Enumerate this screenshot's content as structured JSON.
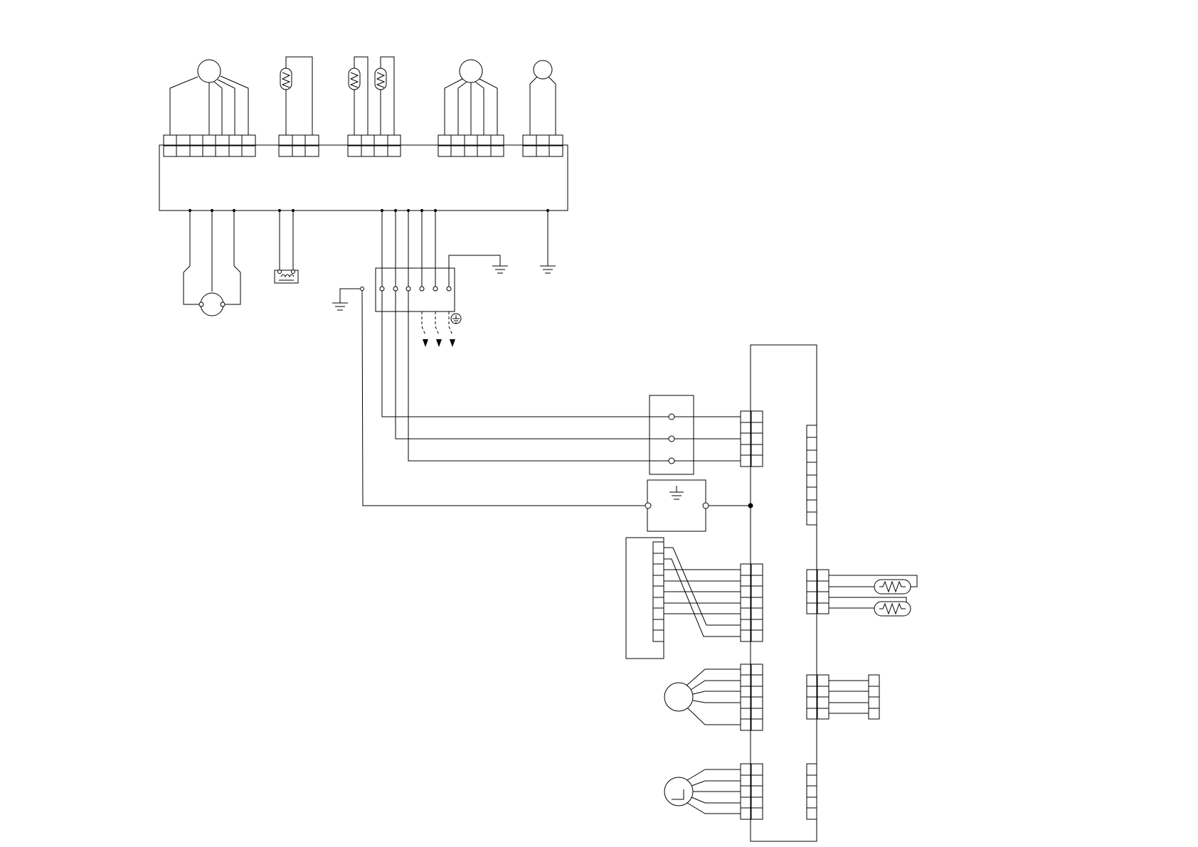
{
  "diagram": {
    "type": "electrical-wiring-schematic",
    "labels": [],
    "colors": {
      "line": "#000000",
      "background": "#ffffff"
    },
    "components": [
      "outdoor-control-board",
      "compressor-motor",
      "thermistor-sensor",
      "dual-thermistor-sensor",
      "fan-motor",
      "reactor-coil",
      "single-motor",
      "power-terminal-block",
      "ground-symbol",
      "indoor-control-board",
      "indoor-terminal-block",
      "transformer-block",
      "display-board",
      "indoor-thermistor",
      "swing-motor",
      "step-motor"
    ]
  }
}
